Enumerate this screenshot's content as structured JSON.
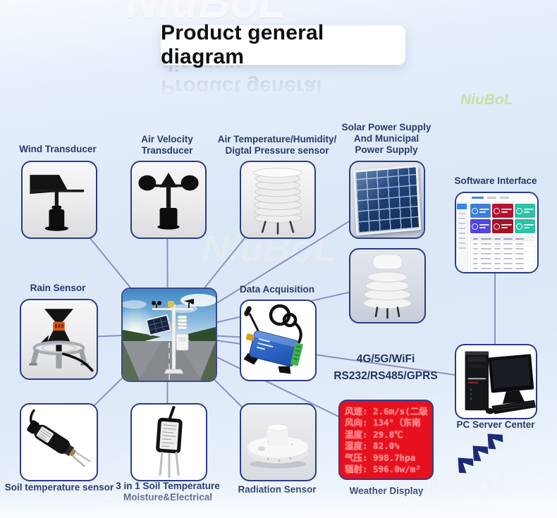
{
  "page": {
    "title": "Product general diagram",
    "brand_watermark": "NiuBoL"
  },
  "colors": {
    "box_border": "#2c3c85",
    "label_text": "#293a68",
    "connector_line": "#8a92c0",
    "display_bg": "#e6101e",
    "display_text": "#ff8d8d",
    "chevron": "#1d2a73"
  },
  "nodes": {
    "wind_transducer": {
      "label": "Wind Transducer"
    },
    "air_velocity_transducer": {
      "label": "Air Velocity\nTransducer"
    },
    "air_temp_humidity_sensor": {
      "label": "Air Temperature/Humidity/\nDigtal Pressure sensor"
    },
    "solar_power": {
      "label": "Solar Power Supply\nAnd Municipal\nPower Supply"
    },
    "software_interface": {
      "label": "Software Interface"
    },
    "rain_sensor": {
      "label": "Rain Sensor"
    },
    "data_acquisition": {
      "label": "Data Acquisition"
    },
    "pc_server": {
      "label": "PC Server Center"
    },
    "soil_temperature_sensor": {
      "label": "Soil temperature sensor"
    },
    "soil_3in1_sensor": {
      "label": "3 in 1 Soil Temperature\nMoisture&Electrical"
    },
    "radiation_sensor": {
      "label": "Radiation Sensor"
    },
    "weather_display": {
      "label": "Weather Display"
    }
  },
  "connectivity": {
    "line1": "4G/5G/WiFi",
    "line2": "RS232/RS485/GPRS"
  },
  "weather_display": {
    "rows": [
      "风速: 2.6m/s(二级",
      "风向: 134°（东南",
      "温度: 29.8℃",
      "湿度: 82.0%",
      "气压: 998.7hpa",
      "辐射: 596.0w/m²"
    ]
  },
  "software": {
    "card_colors": [
      "#3d7fd9",
      "#b5122f",
      "#2cc2a5",
      "#5246e0",
      "#a11428",
      "#2cc2a5"
    ]
  }
}
